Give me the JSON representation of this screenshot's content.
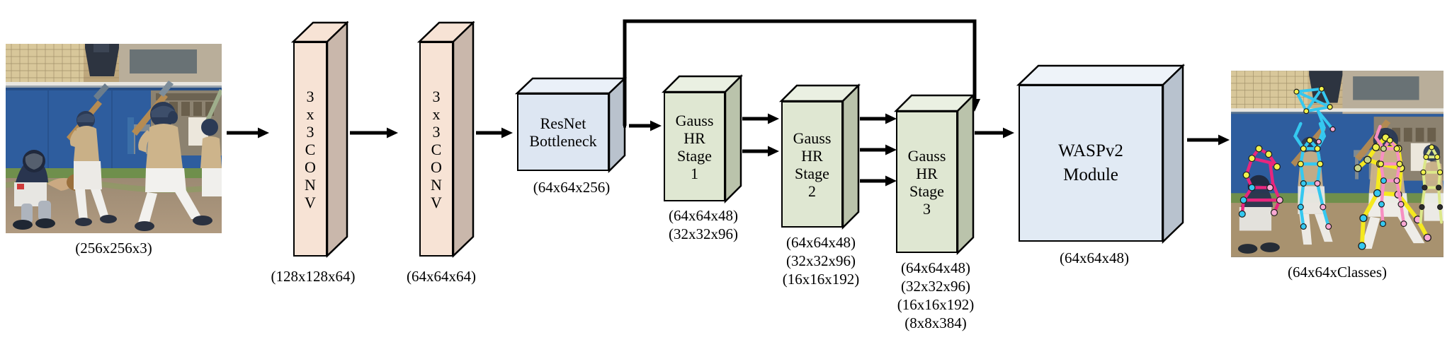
{
  "diagram": {
    "title": "Gaussian HRNet + WASPv2 pose estimation pipeline",
    "colors": {
      "conv_fill": "#f7e3d5",
      "conv_side": "#c9b7ab",
      "resnet_fill": "#dde6f2",
      "resnet_side": "#b9c2cd",
      "gauss_fill": "#dfe7d2",
      "gauss_side": "#bac3ab",
      "wasp_fill": "#e1eaf4",
      "wasp_side": "#b8c2ce",
      "stroke": "#000000"
    }
  },
  "input": {
    "name": "input-baseball-photo",
    "caption": "(256x256x3)"
  },
  "blocks": [
    {
      "id": "conv1",
      "label_lines": [
        "3",
        "x",
        "3",
        "C",
        "O",
        "N",
        "V"
      ],
      "label_text": "3 x 3 CONV",
      "caption_lines": [
        "(128x128x64)"
      ]
    },
    {
      "id": "conv2",
      "label_lines": [
        "3",
        "x",
        "3",
        "C",
        "O",
        "N",
        "V"
      ],
      "label_text": "3 x 3 CONV",
      "caption_lines": [
        "(64x64x64)"
      ]
    },
    {
      "id": "resnet",
      "label_lines": [
        "ResNet",
        "Bottleneck"
      ],
      "label_text": "ResNet Bottleneck",
      "caption_lines": [
        "(64x64x256)"
      ]
    },
    {
      "id": "gauss1",
      "label_lines": [
        "Gauss",
        "HR",
        "Stage",
        "1"
      ],
      "label_text": "Gauss HR Stage 1",
      "caption_lines": [
        "(64x64x48)",
        "(32x32x96)"
      ]
    },
    {
      "id": "gauss2",
      "label_lines": [
        "Gauss",
        "HR",
        "Stage",
        "2"
      ],
      "label_text": "Gauss HR Stage 2",
      "caption_lines": [
        "(64x64x48)",
        "(32x32x96)",
        "(16x16x192)"
      ]
    },
    {
      "id": "gauss3",
      "label_lines": [
        "Gauss",
        "HR",
        "Stage",
        "3"
      ],
      "label_text": "Gauss HR Stage 3",
      "caption_lines": [
        "(64x64x48)",
        "(32x32x96)",
        "(16x16x192)",
        "(8x8x384)"
      ]
    },
    {
      "id": "wasp",
      "label_lines": [
        "WASPv2",
        "Module"
      ],
      "label_text": "WASPv2 Module",
      "caption_lines": [
        "(64x64x48)"
      ]
    }
  ],
  "output": {
    "name": "output-pose-photo",
    "caption": "(64x64xClasses)"
  },
  "connections": {
    "skip_label": "skip connection from ResNet Bottleneck to WASPv2 Module",
    "counts": {
      "resnet_to_gauss1": 1,
      "gauss1_to_gauss2": 2,
      "gauss2_to_gauss3": 3,
      "gauss3_to_wasp": 1
    }
  }
}
